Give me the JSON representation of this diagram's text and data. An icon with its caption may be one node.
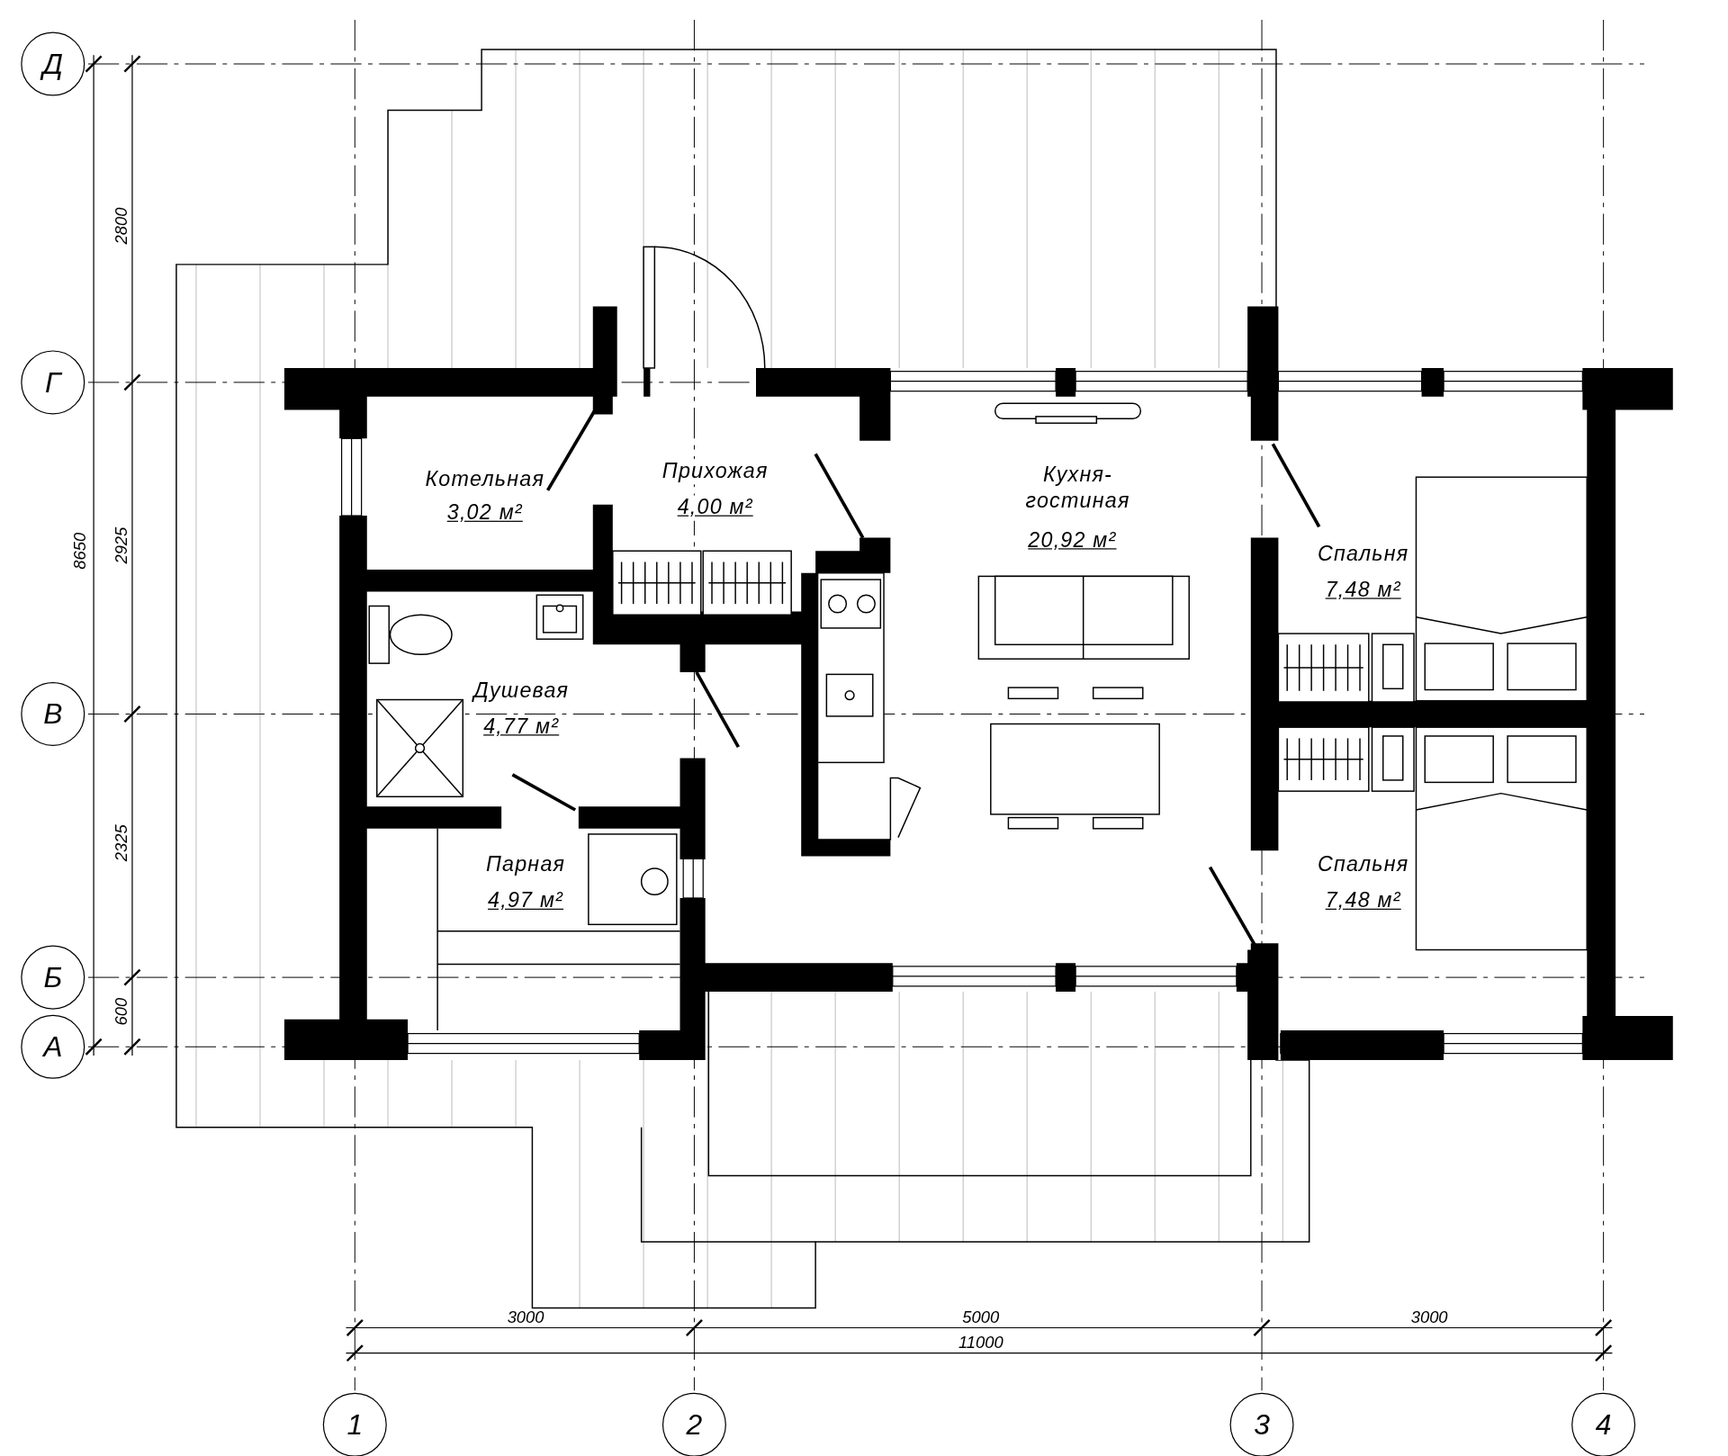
{
  "diagram": {
    "nodes": [
      {
        "text": [
          "Котельная",
          "3,02 м²"
        ]
      },
      {
        "text": [
          "Прихожая",
          "4,00 м²"
        ]
      },
      {
        "text": [
          "Кухня-гостиная",
          "20,92 м²"
        ]
      },
      {
        "text": [
          "Спальня",
          "7,48 м²"
        ]
      },
      {
        "text": [
          "Душевая",
          "4,77 м²"
        ]
      },
      {
        "text": [
          "Парная",
          "4,97 м²"
        ]
      },
      {
        "text": [
          "Спальня",
          "7,48 м²"
        ]
      }
    ],
    "labels": [
      "Д",
      "2800",
      "Г",
      "8650",
      "2925",
      "В",
      "2325",
      "Б",
      "600",
      "А",
      "3000",
      "5000",
      "3000",
      "11000",
      "1",
      "2",
      "3",
      "4"
    ]
  }
}
